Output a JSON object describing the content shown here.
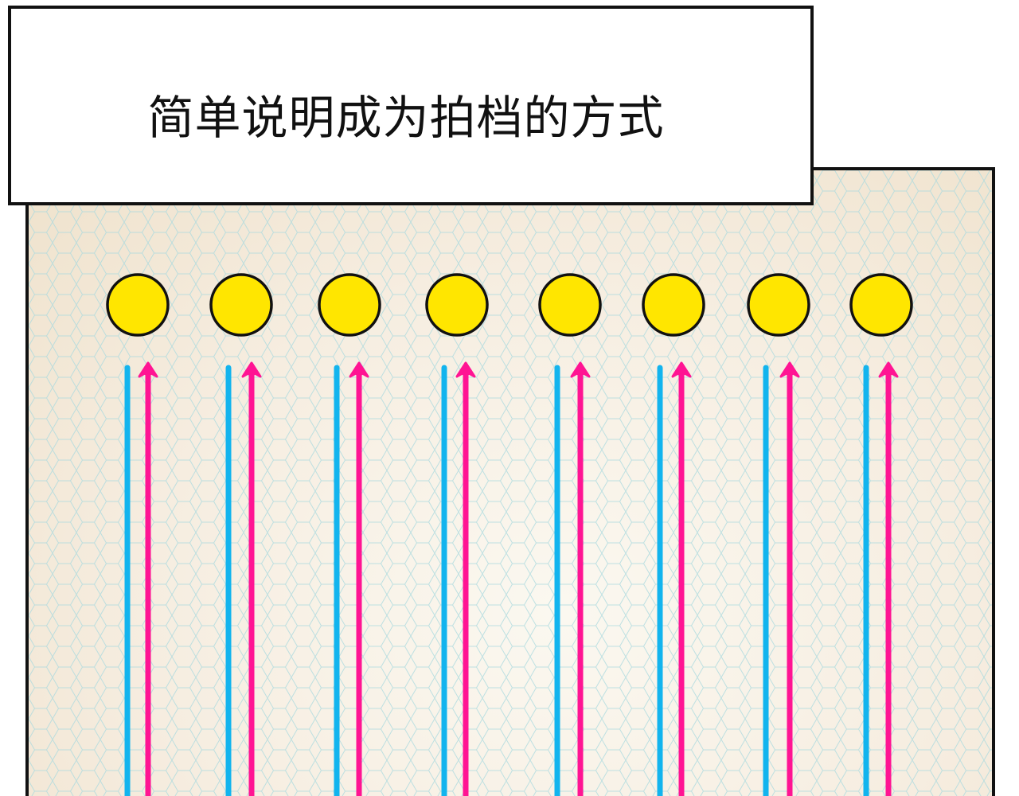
{
  "caption": {
    "title": "简单说明成为拍档的方式"
  },
  "colors": {
    "circle_fill": "#FFE600",
    "outline": "#111111",
    "blue_line": "#12B4EE",
    "pink_arrow": "#FF1493",
    "hex_grid": "#A9D9DE"
  },
  "diagram": {
    "pair_count": 8,
    "items": [
      {
        "node": "circle-1",
        "lines": [
          "blue-line",
          "pink-arrow-up"
        ]
      },
      {
        "node": "circle-2",
        "lines": [
          "blue-line",
          "pink-arrow-up"
        ]
      },
      {
        "node": "circle-3",
        "lines": [
          "blue-line",
          "pink-arrow-up"
        ]
      },
      {
        "node": "circle-4",
        "lines": [
          "blue-line",
          "pink-arrow-up"
        ]
      },
      {
        "node": "circle-5",
        "lines": [
          "blue-line",
          "pink-arrow-up"
        ]
      },
      {
        "node": "circle-6",
        "lines": [
          "blue-line",
          "pink-arrow-up"
        ]
      },
      {
        "node": "circle-7",
        "lines": [
          "blue-line",
          "pink-arrow-up"
        ]
      },
      {
        "node": "circle-8",
        "lines": [
          "blue-line",
          "pink-arrow-up"
        ]
      }
    ]
  }
}
